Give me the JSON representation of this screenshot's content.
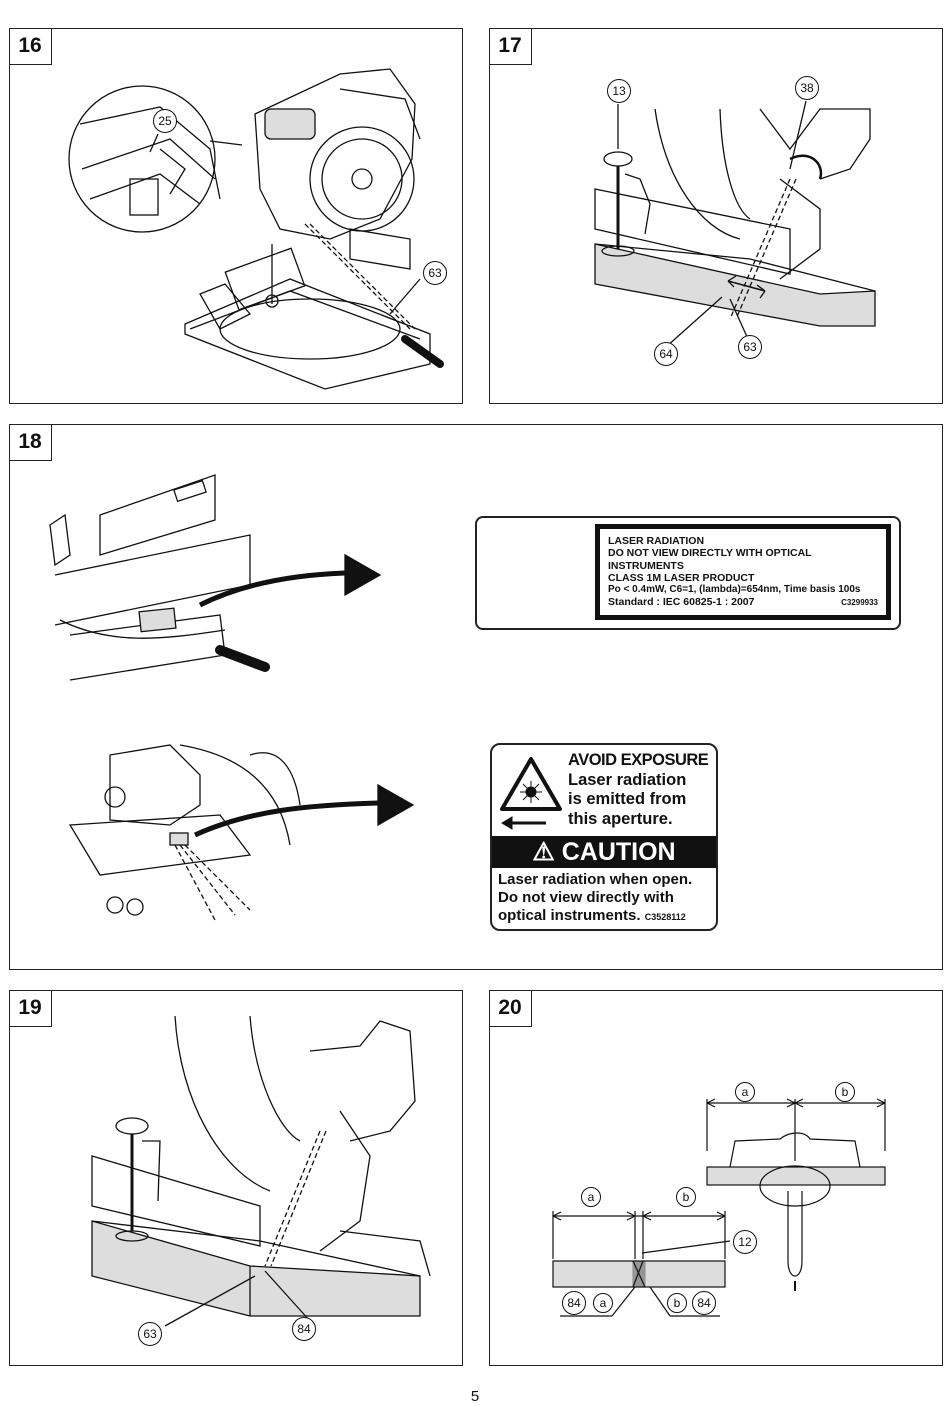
{
  "page_number": "5",
  "figures": {
    "f16": {
      "number": "16",
      "callouts": [
        "25",
        "63"
      ]
    },
    "f17": {
      "number": "17",
      "callouts": [
        "13",
        "38",
        "64",
        "63"
      ]
    },
    "f18": {
      "number": "18"
    },
    "f19": {
      "number": "19",
      "callouts": [
        "63",
        "84"
      ]
    },
    "f20": {
      "number": "20",
      "callouts": {
        "a": "a",
        "b": "b",
        "c12": "12",
        "c84": "84"
      }
    }
  },
  "laser_label_1": {
    "lines": [
      "LASER RADIATION",
      "DO NOT VIEW DIRECTLY WITH OPTICAL",
      "INSTRUMENTS",
      "CLASS 1M LASER PRODUCT",
      "Po < 0.4mW, C6=1, (lambda)=654nm, Time basis 100s",
      "Standard : IEC 60825-1 : 2007"
    ],
    "code": "C3299933"
  },
  "laser_label_2": {
    "top_lines": [
      "AVOID EXPOSURE",
      "Laser radiation",
      "is emitted from",
      "this aperture."
    ],
    "caution": "CAUTION",
    "bottom_lines": [
      "Laser radiation when open.",
      "Do not view directly with",
      "optical instruments."
    ],
    "code": "C3528112"
  }
}
